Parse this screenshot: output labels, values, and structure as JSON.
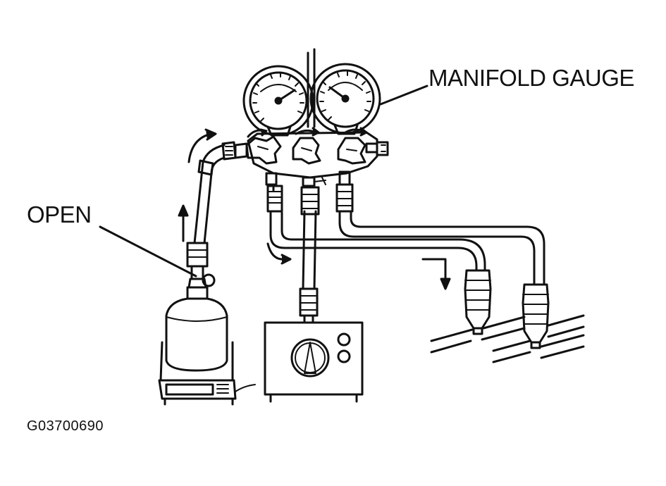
{
  "figure": {
    "callouts": {
      "manifold_gauge": "MANIFOLD GAUGE",
      "open": "OPEN"
    },
    "figure_id": "G03700690"
  },
  "colors": {
    "ink": "#111111",
    "paper": "#ffffff"
  }
}
